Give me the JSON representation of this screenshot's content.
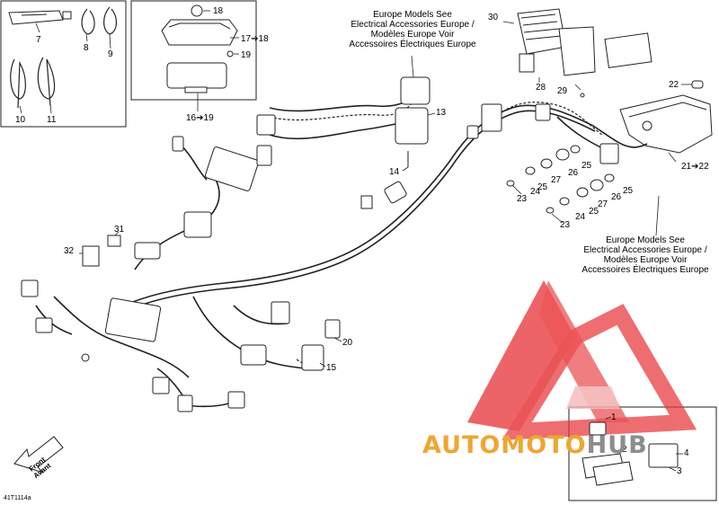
{
  "callouts": {
    "c1": "1",
    "c2": "2",
    "c3": "3",
    "c4": "4",
    "c7": "7",
    "c8": "8",
    "c9": "9",
    "c10": "10",
    "c11": "11",
    "c13": "13",
    "c14": "14",
    "c15": "15",
    "c16_19": "16➔19",
    "c17_18": "17➔18",
    "c18": "18",
    "c19": "19",
    "c20": "20",
    "c21_22": "21➔22",
    "c22": "22",
    "c23a": "23",
    "c23b": "23",
    "c24a": "24",
    "c24b": "24",
    "c25a": "25",
    "c25b": "25",
    "c25c": "25",
    "c25d": "25",
    "c26a": "26",
    "c26b": "26",
    "c27a": "27",
    "c27b": "27",
    "c28": "28",
    "c29": "29",
    "c30": "30",
    "c31": "31",
    "c32": "32"
  },
  "notes": {
    "top": {
      "line1": "Europe Models See",
      "line2": "Electrical Accessories Europe /",
      "line3": "Modèles Europe Voir",
      "line4": "Accessoires Électriques Europe"
    },
    "right": {
      "line1": "Europe Models See",
      "line2": "Electrical Accessories Europe /",
      "line3": "Modèles Europe Voir",
      "line4": "Accessoires Électriques Europe"
    }
  },
  "front_label": {
    "line1": "Front",
    "line2": "Avant"
  },
  "figure_id": "41T1114a",
  "watermark": {
    "part1": "AUTOMOTO",
    "part2": "HUB"
  },
  "colors": {
    "line": "#222222",
    "watermark_red": "#e8353a",
    "watermark_orange": "#f0a531",
    "watermark_gray": "#8c8c8c"
  }
}
